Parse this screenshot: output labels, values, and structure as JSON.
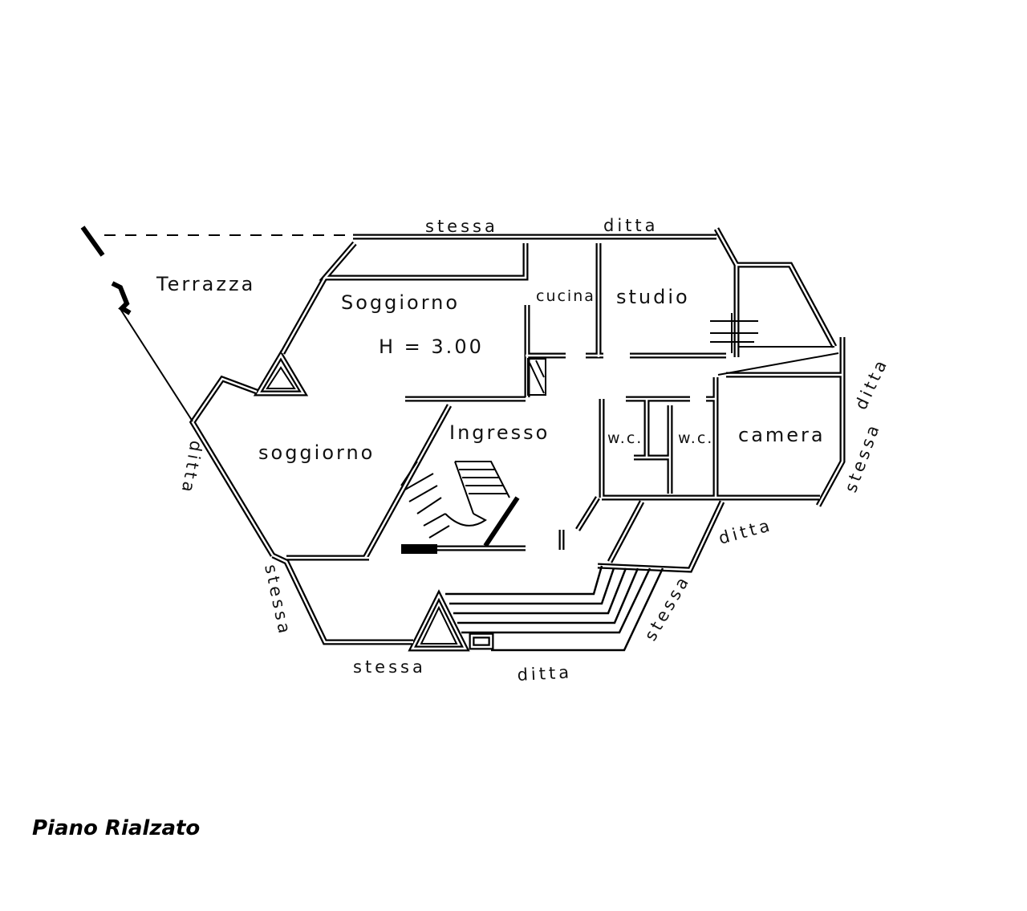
{
  "plan": {
    "caption": "Piano Rialzato",
    "rooms": {
      "terrazza": "Terrazza",
      "soggiorno_upper": "Soggiorno",
      "height": "H = 3.00",
      "cucina": "cucina",
      "studio": "studio",
      "soggiorno_lower": "soggiorno",
      "ingresso": "Ingresso",
      "wc_1": "w.c.",
      "wc_2": "w.c.",
      "camera": "camera"
    },
    "boundaries": {
      "top_left": "stessa",
      "top_right": "ditta",
      "right_upper": "ditta",
      "right_lower": "stessa",
      "left": "ditta",
      "left_lower": "stessa",
      "bottom_left": "stessa",
      "bottom_right": "ditta",
      "lower_right_ditta": "ditta",
      "lower_right_stessa": "stessa"
    }
  }
}
